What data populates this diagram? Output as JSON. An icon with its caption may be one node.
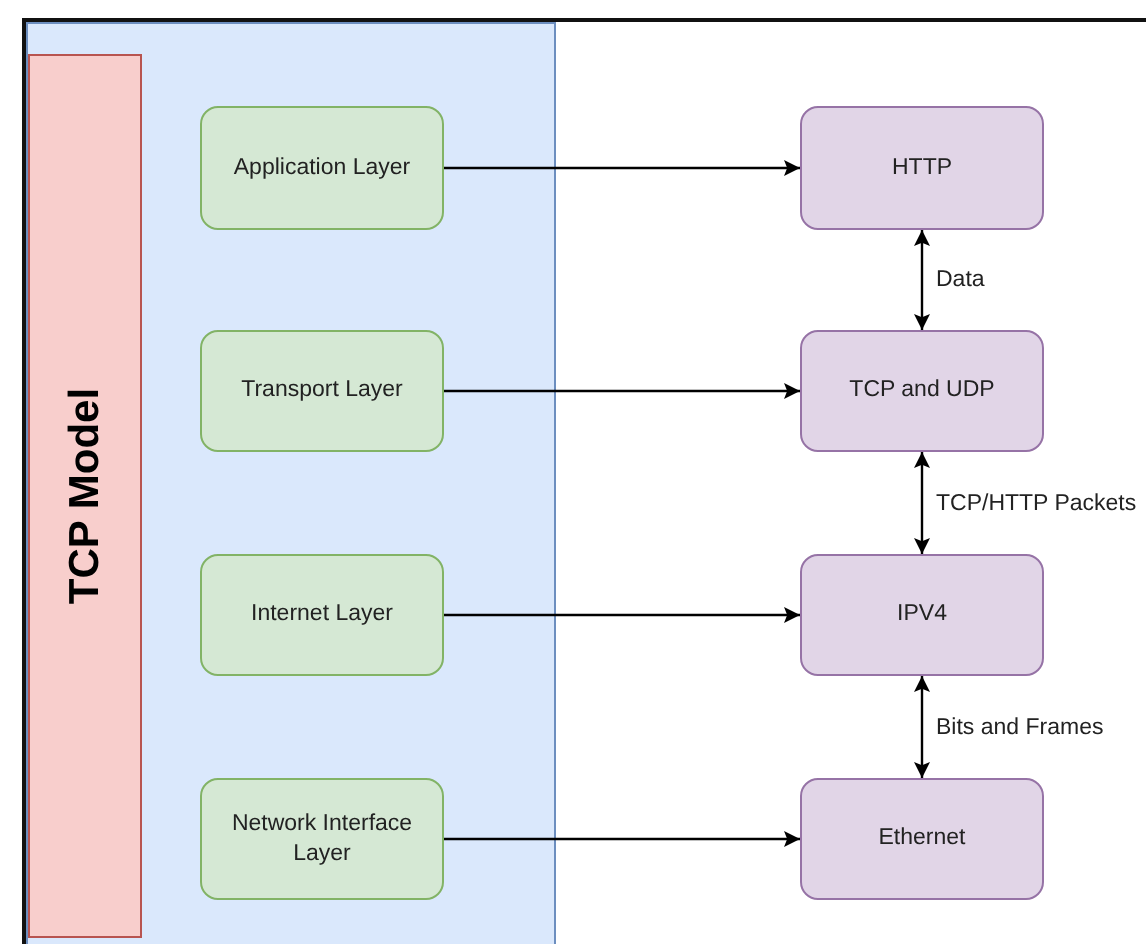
{
  "diagram": {
    "nodes": [
      {
        "text": [],
        "shape": "box"
      },
      {
        "text": [
          "TCP Model"
        ],
        "in": 0
      },
      {
        "text": [
          "Application Layer"
        ],
        "in": 0
      },
      {
        "text": [
          "Transport Layer"
        ],
        "in": 0
      },
      {
        "text": [
          "Internet Layer"
        ],
        "in": 0
      },
      {
        "text": [
          "Network Interface Layer"
        ],
        "in": 0
      },
      {
        "text": [
          "HTTP"
        ]
      },
      {
        "text": [
          "TCP and UDP"
        ]
      },
      {
        "text": [
          "IPV4"
        ]
      },
      {
        "text": [
          "Ethernet"
        ]
      }
    ],
    "edges": [
      {
        "from": 2,
        "to": 6,
        "arrow": "to"
      },
      {
        "from": 3,
        "to": 7,
        "arrow": "to"
      },
      {
        "from": 4,
        "to": 8,
        "arrow": "to"
      },
      {
        "from": 5,
        "to": 9,
        "arrow": "to"
      },
      {
        "from": 6,
        "to": 7,
        "arrow": "both",
        "label": "Data"
      },
      {
        "from": 7,
        "to": 8,
        "arrow": "both",
        "label": "TCP/HTTP Packets"
      },
      {
        "from": 8,
        "to": 9,
        "arrow": "both",
        "label": "Bits and Frames"
      }
    ]
  }
}
